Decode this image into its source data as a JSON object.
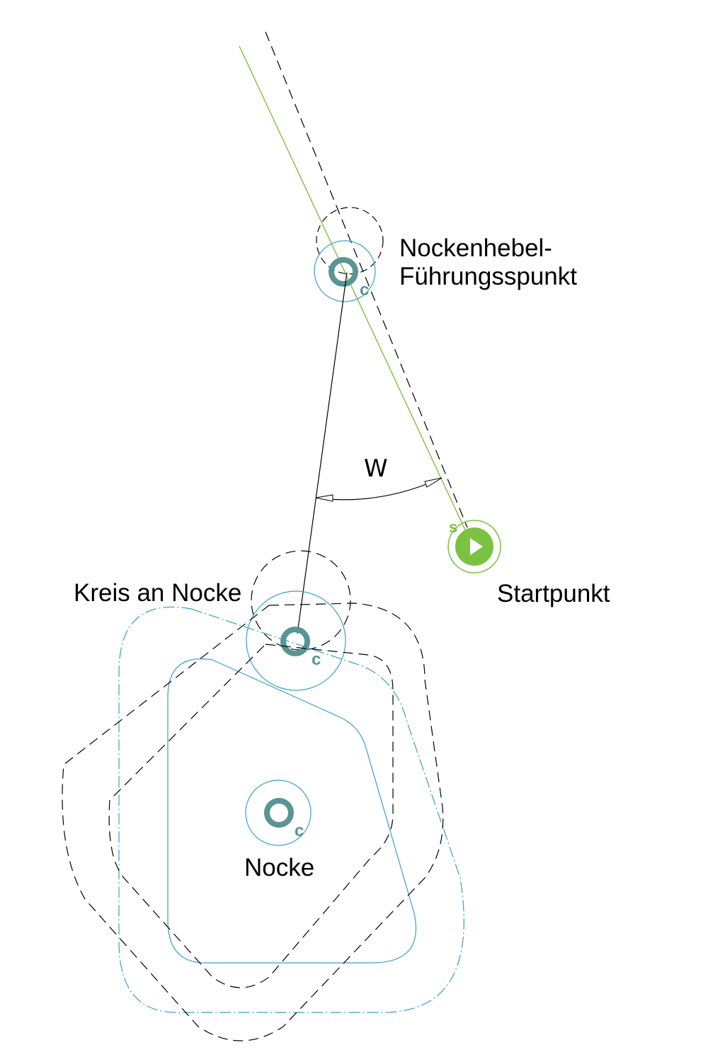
{
  "labels": {
    "lever_line1": "Nockenhebel-",
    "lever_line2": "Führungsspunkt",
    "start": "Startpunkt",
    "circle_on_cam": "Kreis an Nocke",
    "cam": "Nocke",
    "angle": "W"
  },
  "markers": {
    "center_letter": "c",
    "start_letter": "s"
  },
  "colors": {
    "geometry_blue": "#3a9fc8",
    "start_green": "#7cc242",
    "green_line": "#6ab82a",
    "center_teal": "#5a9494",
    "construction_black": "#000000"
  }
}
